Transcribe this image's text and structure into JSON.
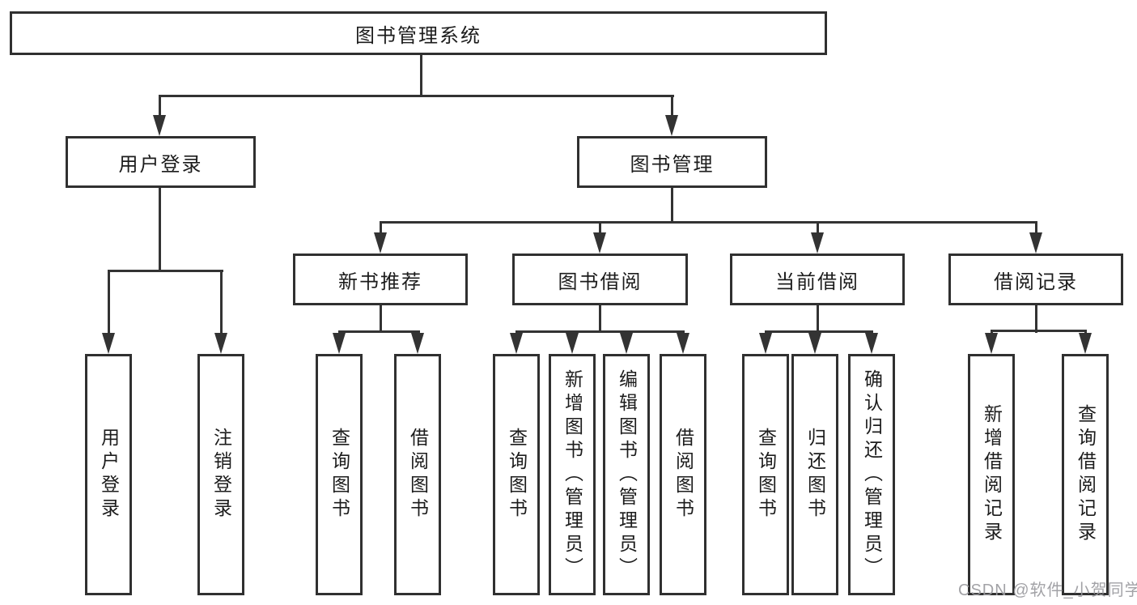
{
  "style": {
    "background": "#ffffff",
    "line_color": "#333333",
    "box_border_color": "#303030",
    "text_color": "#1c1c1c",
    "watermark_color": "#9a9a9e"
  },
  "tree": {
    "root": {
      "label": "图书管理系统"
    },
    "branches": [
      {
        "label": "用户登录",
        "children": [
          {
            "label": "用户登录"
          },
          {
            "label": "注销登录"
          }
        ]
      },
      {
        "label": "图书管理",
        "children": [
          {
            "label": "新书推荐",
            "children": [
              {
                "label": "查询图书"
              },
              {
                "label": "借阅图书"
              }
            ]
          },
          {
            "label": "图书借阅",
            "children": [
              {
                "label": "查询图书"
              },
              {
                "label": "新增图书（管理员）"
              },
              {
                "label": "编辑图书（管理员）"
              },
              {
                "label": "借阅图书"
              }
            ]
          },
          {
            "label": "当前借阅",
            "children": [
              {
                "label": "查询图书"
              },
              {
                "label": "归还图书"
              },
              {
                "label": "确认归还（管理员）"
              }
            ]
          },
          {
            "label": "借阅记录",
            "children": [
              {
                "label": "新增借阅记录"
              },
              {
                "label": "查询借阅记录"
              }
            ]
          }
        ]
      }
    ]
  },
  "watermark": {
    "text": "CSDN @软件_小贺同学"
  }
}
